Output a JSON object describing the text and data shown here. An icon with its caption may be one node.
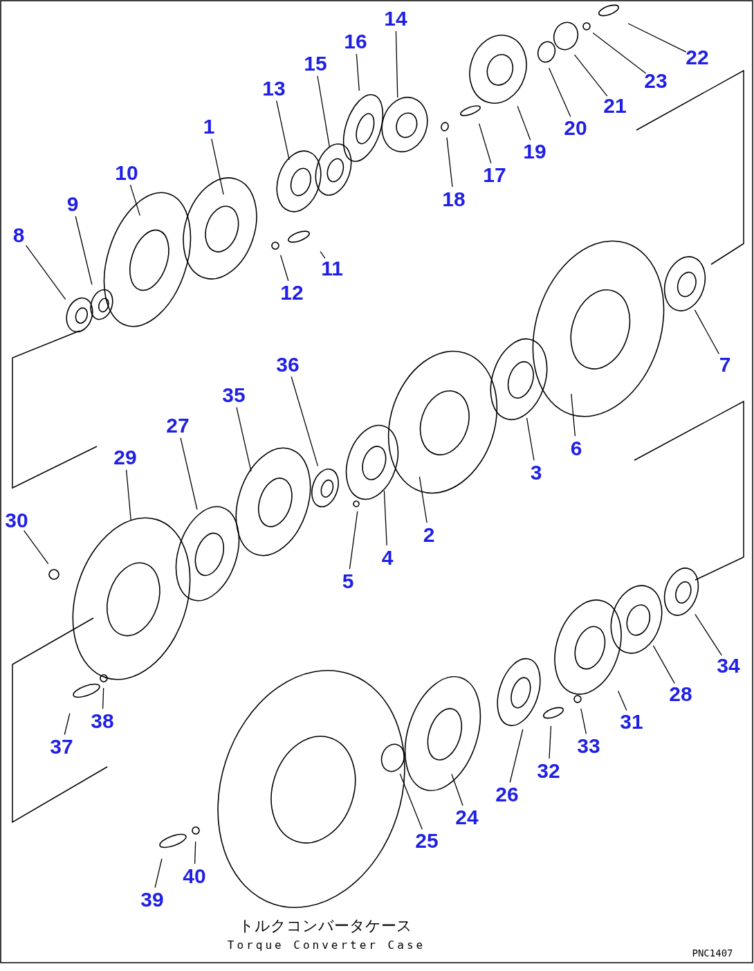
{
  "diagram": {
    "nodes": [
      {
        "text": [
          "1"
        ]
      },
      {
        "text": [
          "2"
        ]
      },
      {
        "text": [
          "3"
        ]
      },
      {
        "text": [
          "4"
        ]
      },
      {
        "text": [
          "5"
        ]
      },
      {
        "text": [
          "6"
        ]
      },
      {
        "text": [
          "7"
        ]
      },
      {
        "text": [
          "8"
        ]
      },
      {
        "text": [
          "9"
        ]
      },
      {
        "text": [
          "10"
        ]
      },
      {
        "text": [
          "11"
        ]
      },
      {
        "text": [
          "12"
        ]
      },
      {
        "text": [
          "13"
        ]
      },
      {
        "text": [
          "14"
        ]
      },
      {
        "text": [
          "15"
        ]
      },
      {
        "text": [
          "16"
        ]
      },
      {
        "text": [
          "17"
        ]
      },
      {
        "text": [
          "18"
        ]
      },
      {
        "text": [
          "19"
        ]
      },
      {
        "text": [
          "20"
        ]
      },
      {
        "text": [
          "21"
        ]
      },
      {
        "text": [
          "22"
        ]
      },
      {
        "text": [
          "23"
        ]
      },
      {
        "text": [
          "24"
        ]
      },
      {
        "text": [
          "25"
        ]
      },
      {
        "text": [
          "26"
        ]
      },
      {
        "text": [
          "27"
        ]
      },
      {
        "text": [
          "28"
        ]
      },
      {
        "text": [
          "29"
        ]
      },
      {
        "text": [
          "30"
        ]
      },
      {
        "text": [
          "31"
        ]
      },
      {
        "text": [
          "32"
        ]
      },
      {
        "text": [
          "33"
        ]
      },
      {
        "text": [
          "34"
        ]
      },
      {
        "text": [
          "35"
        ]
      },
      {
        "text": [
          "36"
        ]
      },
      {
        "text": [
          "37"
        ]
      },
      {
        "text": [
          "38"
        ]
      },
      {
        "text": [
          "39"
        ]
      },
      {
        "text": [
          "40"
        ]
      }
    ],
    "edges": [
      {
        "from": 0,
        "to": null,
        "arrow": "none"
      },
      {
        "from": 1,
        "to": null,
        "arrow": "none"
      },
      {
        "from": 2,
        "to": null,
        "arrow": "none"
      },
      {
        "from": 3,
        "to": null,
        "arrow": "none"
      },
      {
        "from": 4,
        "to": null,
        "arrow": "none"
      },
      {
        "from": 5,
        "to": null,
        "arrow": "none"
      },
      {
        "from": 6,
        "to": null,
        "arrow": "none"
      },
      {
        "from": 7,
        "to": null,
        "arrow": "none"
      },
      {
        "from": 8,
        "to": null,
        "arrow": "none"
      },
      {
        "from": 9,
        "to": null,
        "arrow": "none"
      },
      {
        "from": 10,
        "to": null,
        "arrow": "none"
      },
      {
        "from": 11,
        "to": null,
        "arrow": "none"
      },
      {
        "from": 12,
        "to": null,
        "arrow": "none"
      },
      {
        "from": 13,
        "to": null,
        "arrow": "none"
      },
      {
        "from": 14,
        "to": null,
        "arrow": "none"
      },
      {
        "from": 15,
        "to": null,
        "arrow": "none"
      },
      {
        "from": 16,
        "to": null,
        "arrow": "none"
      },
      {
        "from": 17,
        "to": null,
        "arrow": "none"
      },
      {
        "from": 18,
        "to": null,
        "arrow": "none"
      },
      {
        "from": 19,
        "to": null,
        "arrow": "none"
      },
      {
        "from": 20,
        "to": null,
        "arrow": "none"
      },
      {
        "from": 21,
        "to": null,
        "arrow": "none"
      },
      {
        "from": 22,
        "to": null,
        "arrow": "none"
      },
      {
        "from": 23,
        "to": null,
        "arrow": "none"
      },
      {
        "from": 24,
        "to": null,
        "arrow": "none"
      },
      {
        "from": 25,
        "to": null,
        "arrow": "none"
      },
      {
        "from": 26,
        "to": null,
        "arrow": "none"
      },
      {
        "from": 27,
        "to": null,
        "arrow": "none"
      },
      {
        "from": 28,
        "to": null,
        "arrow": "none"
      },
      {
        "from": 29,
        "to": null,
        "arrow": "none"
      },
      {
        "from": 30,
        "to": null,
        "arrow": "none"
      },
      {
        "from": 31,
        "to": null,
        "arrow": "none"
      },
      {
        "from": 32,
        "to": null,
        "arrow": "none"
      },
      {
        "from": 33,
        "to": null,
        "arrow": "none"
      },
      {
        "from": 34,
        "to": null,
        "arrow": "none"
      },
      {
        "from": 35,
        "to": null,
        "arrow": "none"
      },
      {
        "from": 36,
        "to": null,
        "arrow": "none"
      },
      {
        "from": 37,
        "to": null,
        "arrow": "none"
      },
      {
        "from": 38,
        "to": null,
        "arrow": "none"
      },
      {
        "from": 39,
        "to": null,
        "arrow": "none"
      }
    ],
    "labels": [
      "トルクコンバータケース",
      "Torque Converter Case",
      "PNC1407"
    ]
  }
}
